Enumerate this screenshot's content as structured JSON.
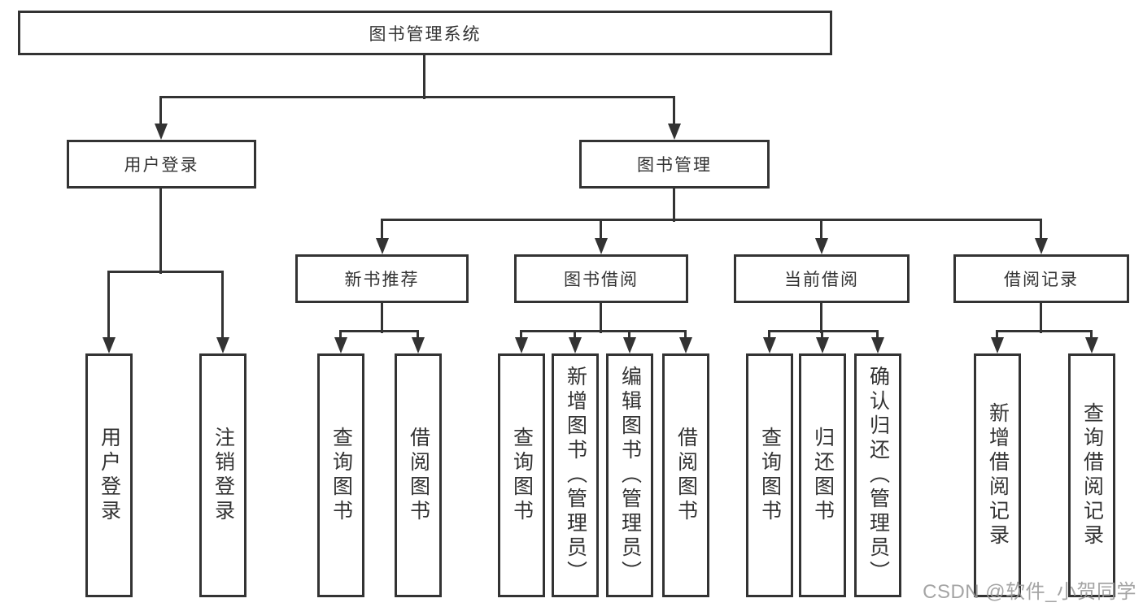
{
  "diagram": {
    "nodes": {
      "root": {
        "label": "图书管理系统"
      },
      "user_login": {
        "label": "用户登录"
      },
      "book_management": {
        "label": "图书管理"
      },
      "new_book_recommend": {
        "label": "新书推荐"
      },
      "book_borrow": {
        "label": "图书借阅"
      },
      "current_borrow": {
        "label": "当前借阅"
      },
      "borrow_records": {
        "label": "借阅记录"
      },
      "user_login_leaf": {
        "label": "用户登录"
      },
      "logout": {
        "label": "注销登录"
      },
      "query_book_new": {
        "label": "查询图书"
      },
      "borrow_book_new": {
        "label": "借阅图书"
      },
      "query_book_borrow": {
        "label": "查询图书"
      },
      "add_book_admin": {
        "label": "新增图书（管理员）"
      },
      "edit_book_admin": {
        "label": "编辑图书（管理员）"
      },
      "borrow_book": {
        "label": "借阅图书"
      },
      "query_book_current": {
        "label": "查询图书"
      },
      "return_book": {
        "label": "归还图书"
      },
      "confirm_return_admin": {
        "label": "确认归还（管理员）"
      },
      "add_borrow_record": {
        "label": "新增借阅记录"
      },
      "query_borrow_record": {
        "label": "查询借阅记录"
      }
    }
  },
  "watermark": {
    "text": "CSDN @软件_小贺同学"
  },
  "colors": {
    "line": "#333333",
    "text": "#333333",
    "watermark": "#9b9b9b",
    "background": "#ffffff"
  }
}
